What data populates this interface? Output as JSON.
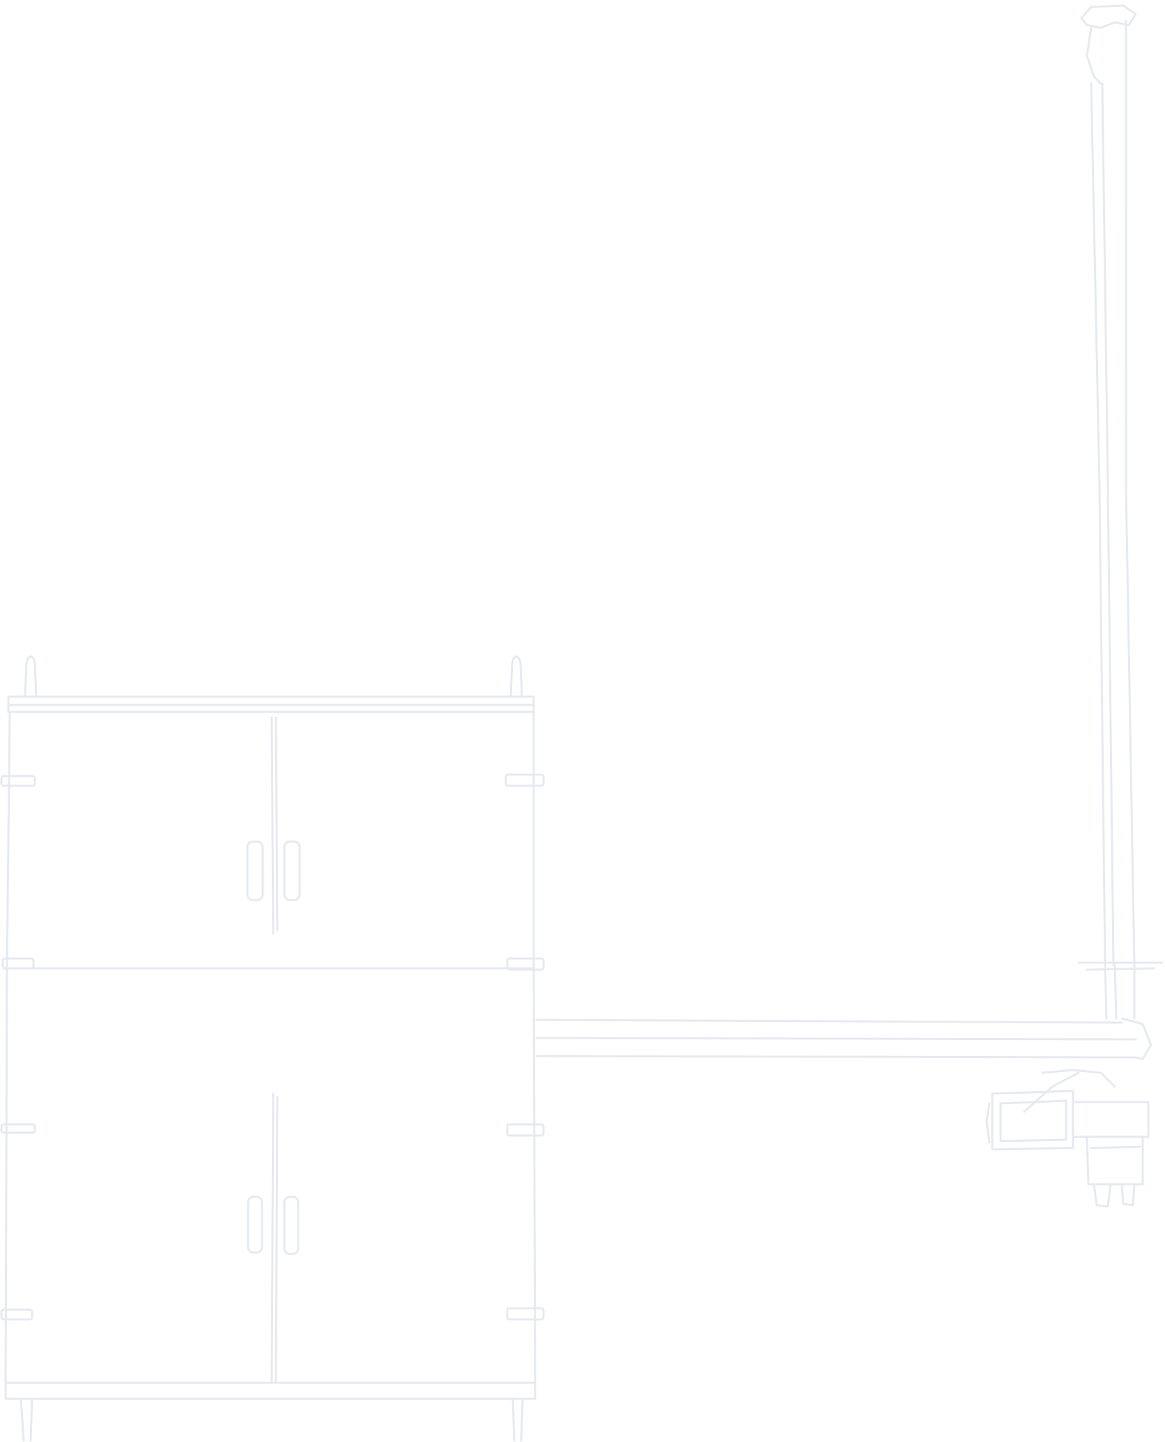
{
  "drawing": {
    "description_free": true,
    "colors": {
      "background": "#ffffff",
      "line": "#e6eaf0",
      "line_faint": "#f0f2f5"
    },
    "parts": [
      {
        "name": "cabinet",
        "icon": "cabinet-icon"
      },
      {
        "name": "upper-door-handles",
        "icon": "handle-icon"
      },
      {
        "name": "lower-door-handles",
        "icon": "handle-icon"
      },
      {
        "name": "shelf",
        "icon": "shelf-icon"
      },
      {
        "name": "vertical-pole",
        "icon": "pole-icon"
      },
      {
        "name": "pole-joint",
        "icon": "joint-icon"
      }
    ]
  }
}
